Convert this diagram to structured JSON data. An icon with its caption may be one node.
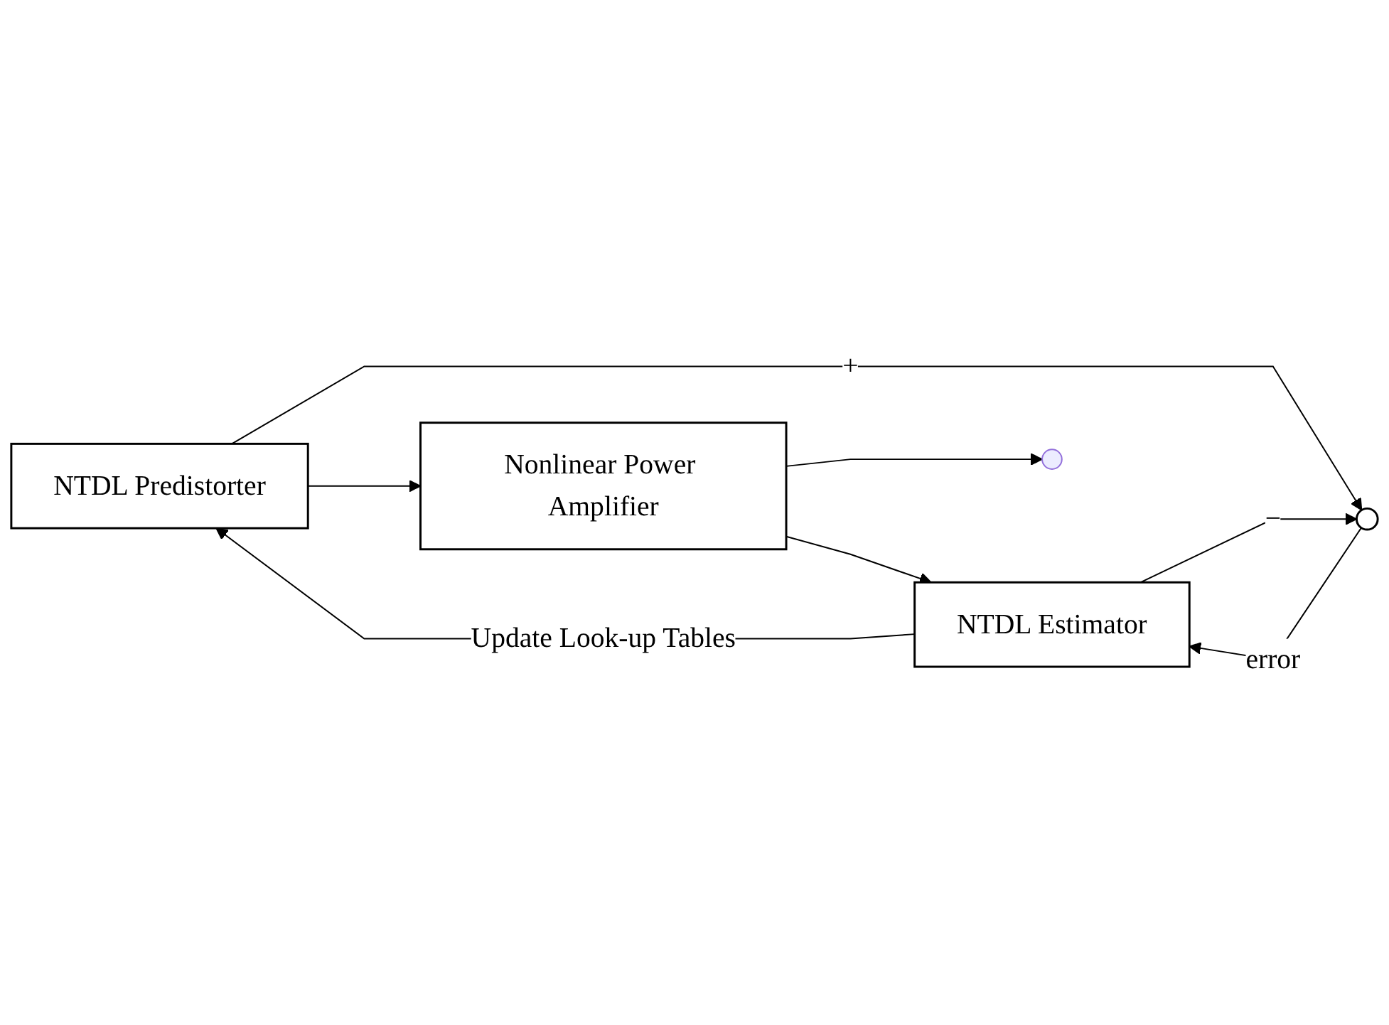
{
  "diagram": {
    "nodes": [
      {
        "text": [
          "NTDL Predistorter"
        ]
      },
      {
        "text": [
          "Nonlinear Power Amplifier"
        ]
      },
      {
        "text": [],
        "shape": "circle"
      },
      {
        "text": [
          "NTDL Estimator"
        ]
      }
    ],
    "edges": [
      {
        "from": 0,
        "to": 1,
        "arrow": "to"
      },
      {
        "from": 1,
        "to": null,
        "arrow": "to"
      },
      {
        "from": 0,
        "to": 2,
        "arrow": "to",
        "label": "+"
      },
      {
        "from": 1,
        "to": 3,
        "arrow": "to"
      },
      {
        "from": 3,
        "to": 2,
        "arrow": "to",
        "label": "−"
      },
      {
        "from": 2,
        "to": 3,
        "arrow": "to",
        "label": "error"
      },
      {
        "from": 3,
        "to": 0,
        "arrow": "to",
        "label": "Update Look-up Tables"
      }
    ]
  }
}
